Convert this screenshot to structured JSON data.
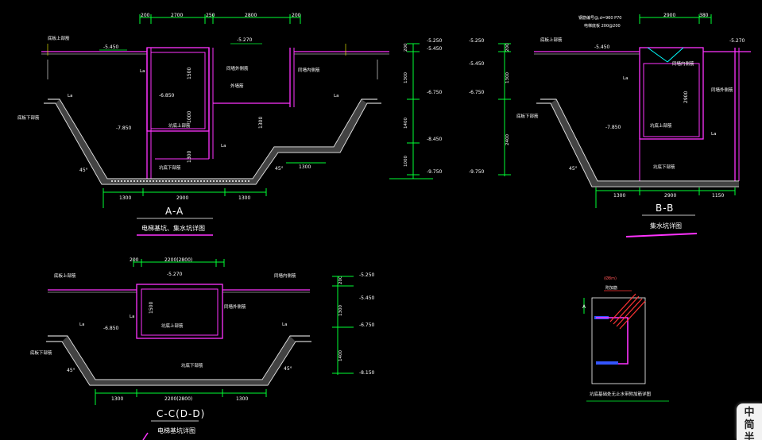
{
  "colors": {
    "background": "#000000",
    "wall": "#ff33ff",
    "dim": "#00ff33",
    "hatch": "#ffffff",
    "label_leader": "#ffff00",
    "concrete": "#cfcfcf"
  },
  "section_aa": {
    "title": "A-A",
    "subtitle": "电梯基坑、集水坑详图",
    "top_dims": [
      "200",
      "2700",
      "250",
      "2800",
      "200"
    ],
    "bottom_dims": [
      "1300",
      "2900",
      "1300"
    ],
    "right_step_dim": "1300",
    "elevations": [
      "-5.450",
      "-5.270",
      "-6.850",
      "-7.850"
    ],
    "vert_dims": [
      "1500",
      "1000",
      "1300",
      "1300"
    ],
    "notes": [
      "底板上部筋",
      "底板下部筋",
      "坑底上部筋",
      "坑底下部筋",
      "同墙外侧筋",
      "同墙内侧筋",
      "外墙筋"
    ],
    "angle": "45°",
    "la": "La"
  },
  "section_bb": {
    "title": "B-B",
    "subtitle": "集水坑详图",
    "top_note_1": "钢筋编号@,d=960 P70",
    "top_note_2": "电梯底板 200@200",
    "top_dims": [
      "2900",
      "380"
    ],
    "bottom_dims": [
      "1300",
      "2900",
      "1150"
    ],
    "elevations": [
      "-5.450",
      "-5.270",
      "-7.850"
    ],
    "vert_dim": "2900",
    "notes": [
      "底板上部筋",
      "底板下部筋",
      "坑底上部筋",
      "坑底下部筋",
      "同墙外侧筋",
      "同墙内侧筋"
    ],
    "angle": "45°",
    "la": "La"
  },
  "level_column_a": {
    "labels": [
      "-5.250",
      "-5.450",
      "-6.750",
      "-8.450",
      "-9.750"
    ],
    "dims": [
      "200",
      "1300",
      "1400",
      "1000"
    ]
  },
  "level_column_b": {
    "labels": [
      "-5.250",
      "-5.450",
      "-6.750",
      "-9.750"
    ],
    "dims": [
      "200",
      "1300",
      "2400"
    ]
  },
  "section_cc": {
    "title": "C-C(D-D)",
    "subtitle": "电梯基坑详图",
    "top_dims": [
      "200",
      "2200(2800)"
    ],
    "bottom_dims": [
      "1300",
      "2200(2800)",
      "1300"
    ],
    "elevations": [
      "-5.270",
      "-6.850"
    ],
    "vert_dims": [
      "1500",
      "200",
      "1300",
      "1400"
    ],
    "levels": [
      "-5.250",
      "-5.450",
      "-6.750",
      "-8.150"
    ],
    "notes": [
      "底板上部筋",
      "底板下部筋",
      "坑底上部筋",
      "坑底下部筋",
      "同墙外侧筋",
      "同墙内侧筋"
    ],
    "angle": "45°",
    "la": "La"
  },
  "detail": {
    "title": "坑底基础处无止水带附加筋详图",
    "note": "附加筋",
    "red_note": "(Ø8m)",
    "dim": "A"
  },
  "ime_badge": [
    "中",
    "简",
    "半"
  ]
}
